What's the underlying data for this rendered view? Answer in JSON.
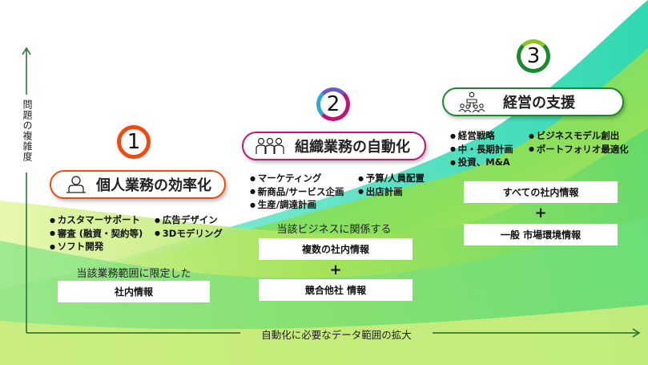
{
  "axes": {
    "y_label": "問題の複雑度",
    "x_label": "自動化に必要なデータ範囲の拡大"
  },
  "colors": {
    "stage1": "#f04a10",
    "stage2": "#c0137a",
    "stage3": "#1a8a2a",
    "axis": "#1e6b2a"
  },
  "stages": [
    {
      "number": "1",
      "title": "個人業務の効率化",
      "icon": "person-icon",
      "bullets_left": [
        "カスタマーサポート",
        "審査 (融資・契約等)",
        "ソフト開発"
      ],
      "bullets_right": [
        "広告デザイン",
        "3Dモデリング"
      ],
      "caption": "当該業務範囲に限定した",
      "data_boxes": [
        "社内情報"
      ]
    },
    {
      "number": "2",
      "title": "組織業務の自動化",
      "icon": "group-icon",
      "bullets_left": [
        "マーケティング",
        "新商品/サービス企画",
        "生産/調達計画"
      ],
      "bullets_right": [
        "予算/人員配置",
        "出店計画"
      ],
      "caption": "当該ビジネスに関係する",
      "data_boxes": [
        "複数の社内情報",
        "競合他社 情報"
      ],
      "plus": "+"
    },
    {
      "number": "3",
      "title": "経営の支援",
      "icon": "presenter-icon",
      "bullets_left": [
        "経営戦略",
        "中・長期計画",
        "投資、M&A"
      ],
      "bullets_right": [
        "ビジネスモデル創出",
        "ポートフォリオ最適化"
      ],
      "data_boxes": [
        "すべての社内情報",
        "一般 市場環境情報"
      ],
      "plus": "+"
    }
  ]
}
